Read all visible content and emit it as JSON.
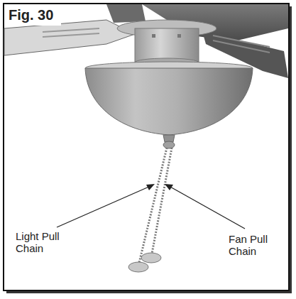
{
  "diagram": {
    "labels": [
      "Fig. 30",
      "Light Pull Chain",
      "Fan Pull Chain"
    ]
  }
}
